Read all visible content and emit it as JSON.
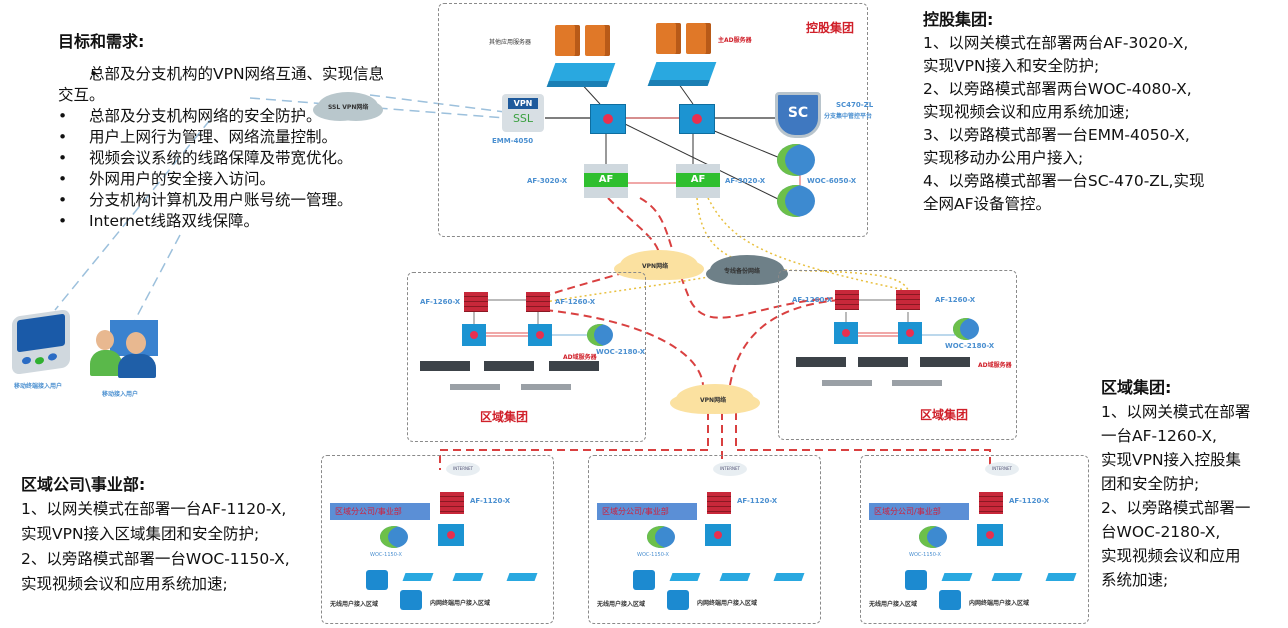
{
  "goals": {
    "title": "目标和需求:",
    "items": [
      "总部及分支机构的VPN网络互通、实现信息交互。",
      "总部及分支机构网络的安全防护。",
      "用户上网行为管理、网络流量控制。",
      "视频会议系统的线路保障及带宽优化。",
      "外网用户的安全接入访问。",
      "分支机构计算机及用户账号统一管理。",
      "Internet线路双线保障。"
    ]
  },
  "holding": {
    "title": "控股集团:",
    "lines": [
      "1、以网关模式在部署两台AF-3020-X,",
      "实现VPN接入和安全防护;",
      "2、以旁路模式部署两台WOC-4080-X,",
      "实现视频会议和应用系统加速;",
      "3、以旁路模式部署一台EMM-4050-X,",
      "实现移动办公用户接入;",
      "4、以旁路模式部署一台SC-470-ZL,实现",
      "全网AF设备管控。"
    ]
  },
  "regional_group": {
    "title": "区域集团:",
    "lines": [
      "1、以网关模式在部署",
      "一台AF-1260-X,",
      "实现VPN接入控股集",
      "团和安全防护;",
      "2、以旁路模式部署一",
      "台WOC-2180-X,",
      "实现视频会议和应用",
      "系统加速;"
    ]
  },
  "regional_company": {
    "title": "区域公司\\事业部:",
    "lines": [
      "1、以网关模式在部署一台AF-1120-X,",
      "实现VPN接入区域集团和安全防护;",
      "2、以旁路模式部署一台WOC-1150-X,",
      "实现视频会议和应用系统加速;"
    ]
  },
  "diagram": {
    "hq": {
      "zone_label": "控股集团",
      "other_servers": "其他应用服务器",
      "ad_server": "主AD服务器",
      "vpn_badge": "VPN",
      "ssl_badge": "SSL",
      "emm": "EMM-4050",
      "sc_badge": "SC",
      "sc_label_1": "SC470-ZL",
      "sc_label_2": "分支集中管控平台",
      "af_badge": "AF",
      "af_left": "AF-3020-X",
      "af_right": "AF-3020-X",
      "woc": "WOC-6050-X"
    },
    "clouds": {
      "ssl_vpn": "SSL VPN网络",
      "vpn_top": "VPN网络",
      "backup": "专线备份网络",
      "vpn_bottom": "VPN网络",
      "internet": "INTERNET"
    },
    "mobile": {
      "terminal": "移动终端接入用户",
      "users": "移动接入用户"
    },
    "region": {
      "zone_label": "区域集团",
      "af_a": "AF-1260-X",
      "af_b": "AF-1260-X",
      "woc": "WOC-2180-X",
      "ad": "AD域服务器"
    },
    "branch": {
      "tag": "区域分公司/事业部",
      "af": "AF-1120-X",
      "woc": "WOC-1150-X",
      "wireless": "无线用户接入区域",
      "wired": "内网终端用户接入区域"
    }
  }
}
